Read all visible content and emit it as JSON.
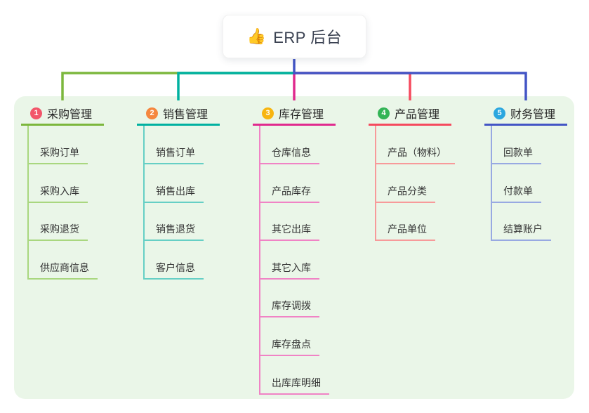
{
  "root": {
    "emoji": "👍",
    "label": "ERP 后台"
  },
  "colors": {
    "canvas_bg": "#ffffff",
    "panel_bg": "#eaf6e8",
    "root_text": "#3b4252",
    "stem": "#4355c5"
  },
  "branches": [
    {
      "badge": "1",
      "title": "采购管理",
      "line_color": "#7cb73d",
      "child_color": "#a9d77f",
      "badge_color": "#f2566a",
      "children": [
        "采购订单",
        "采购入库",
        "采购退货",
        "供应商信息"
      ]
    },
    {
      "badge": "2",
      "title": "销售管理",
      "line_color": "#00b1a0",
      "child_color": "#66cfc5",
      "badge_color": "#f5873f",
      "children": [
        "销售订单",
        "销售出库",
        "销售退货",
        "客户信息"
      ]
    },
    {
      "badge": "3",
      "title": "库存管理",
      "line_color": "#e02a8e",
      "child_color": "#f083c5",
      "badge_color": "#f7b510",
      "children": [
        "仓库信息",
        "产品库存",
        "其它出库",
        "其它入库",
        "库存调拨",
        "库存盘点",
        "出库库明细"
      ]
    },
    {
      "badge": "4",
      "title": "产品管理",
      "line_color": "#f54a5e",
      "child_color": "#f79a9a",
      "badge_color": "#33b456",
      "children": [
        "产品（物料）",
        "产品分类",
        "产品单位"
      ]
    },
    {
      "badge": "5",
      "title": "财务管理",
      "line_color": "#4355c5",
      "child_color": "#98a9e2",
      "badge_color": "#2ba7df",
      "children": [
        "回款单",
        "付款单",
        "结算账户"
      ]
    }
  ]
}
